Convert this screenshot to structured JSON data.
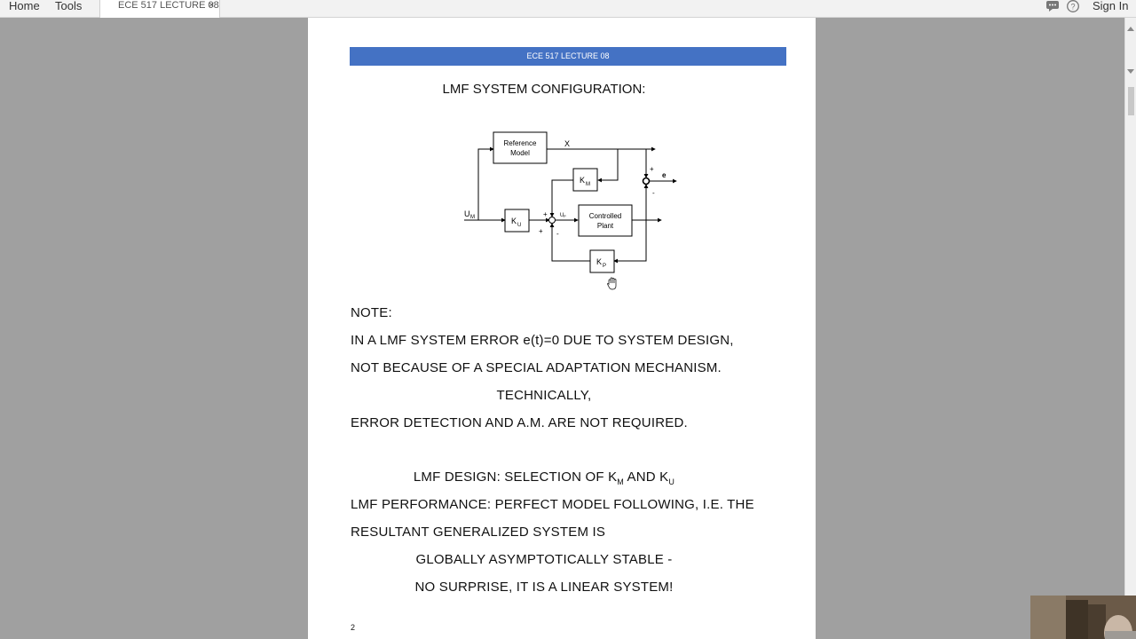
{
  "toolbar": {
    "home_label": "Home",
    "tools_label": "Tools",
    "sign_in_label": "Sign In"
  },
  "tab": {
    "title": "ECE 517 LECTURE 08",
    "close": "×"
  },
  "document": {
    "header_bar": "ECE 517 LECTURE 08",
    "heading": "LMF SYSTEM CONFIGURATION:",
    "diagram": {
      "reference_model_1": "Reference",
      "reference_model_2": "Model",
      "x": "X",
      "km": "K",
      "km_sub": "M",
      "ku": "K",
      "ku_sub": "U",
      "kp": "K",
      "kp_sub": "P",
      "plant_1": "Controlled",
      "plant_2": "Plant",
      "um": "U",
      "um_sub": "M",
      "up": "U",
      "up_sub": "P",
      "e": "e",
      "plus_top": "+",
      "minus_top": "-",
      "plus_left": "+",
      "plus_bottom": "+",
      "minus_bottom": "-"
    },
    "note_label": "NOTE:",
    "note_line1": "IN A LMF SYSTEM ERROR e(t)=0 DUE TO SYSTEM DESIGN,",
    "note_line2": "NOT BECAUSE OF A SPECIAL ADAPTATION MECHANISM.",
    "technically": "TECHNICALLY,",
    "note_line3": "ERROR DETECTION AND A.M. ARE NOT REQUIRED.",
    "design_prefix": "LMF DESIGN: SELECTION OF K",
    "design_sub1": "M",
    "design_and": " AND K",
    "design_sub2": "U",
    "perf_line1": "LMF PERFORMANCE: PERFECT MODEL FOLLOWING, I.E. THE",
    "perf_line2": "RESULTANT GENERALIZED SYSTEM IS",
    "perf_line3": "GLOBALLY ASYMPTOTICALLY STABLE -",
    "perf_line4": "NO SURPRISE, IT IS A LINEAR SYSTEM!",
    "page_number": "2"
  },
  "colors": {
    "header_bar": "#4472c4",
    "viewer_background": "#a0a0a0"
  }
}
